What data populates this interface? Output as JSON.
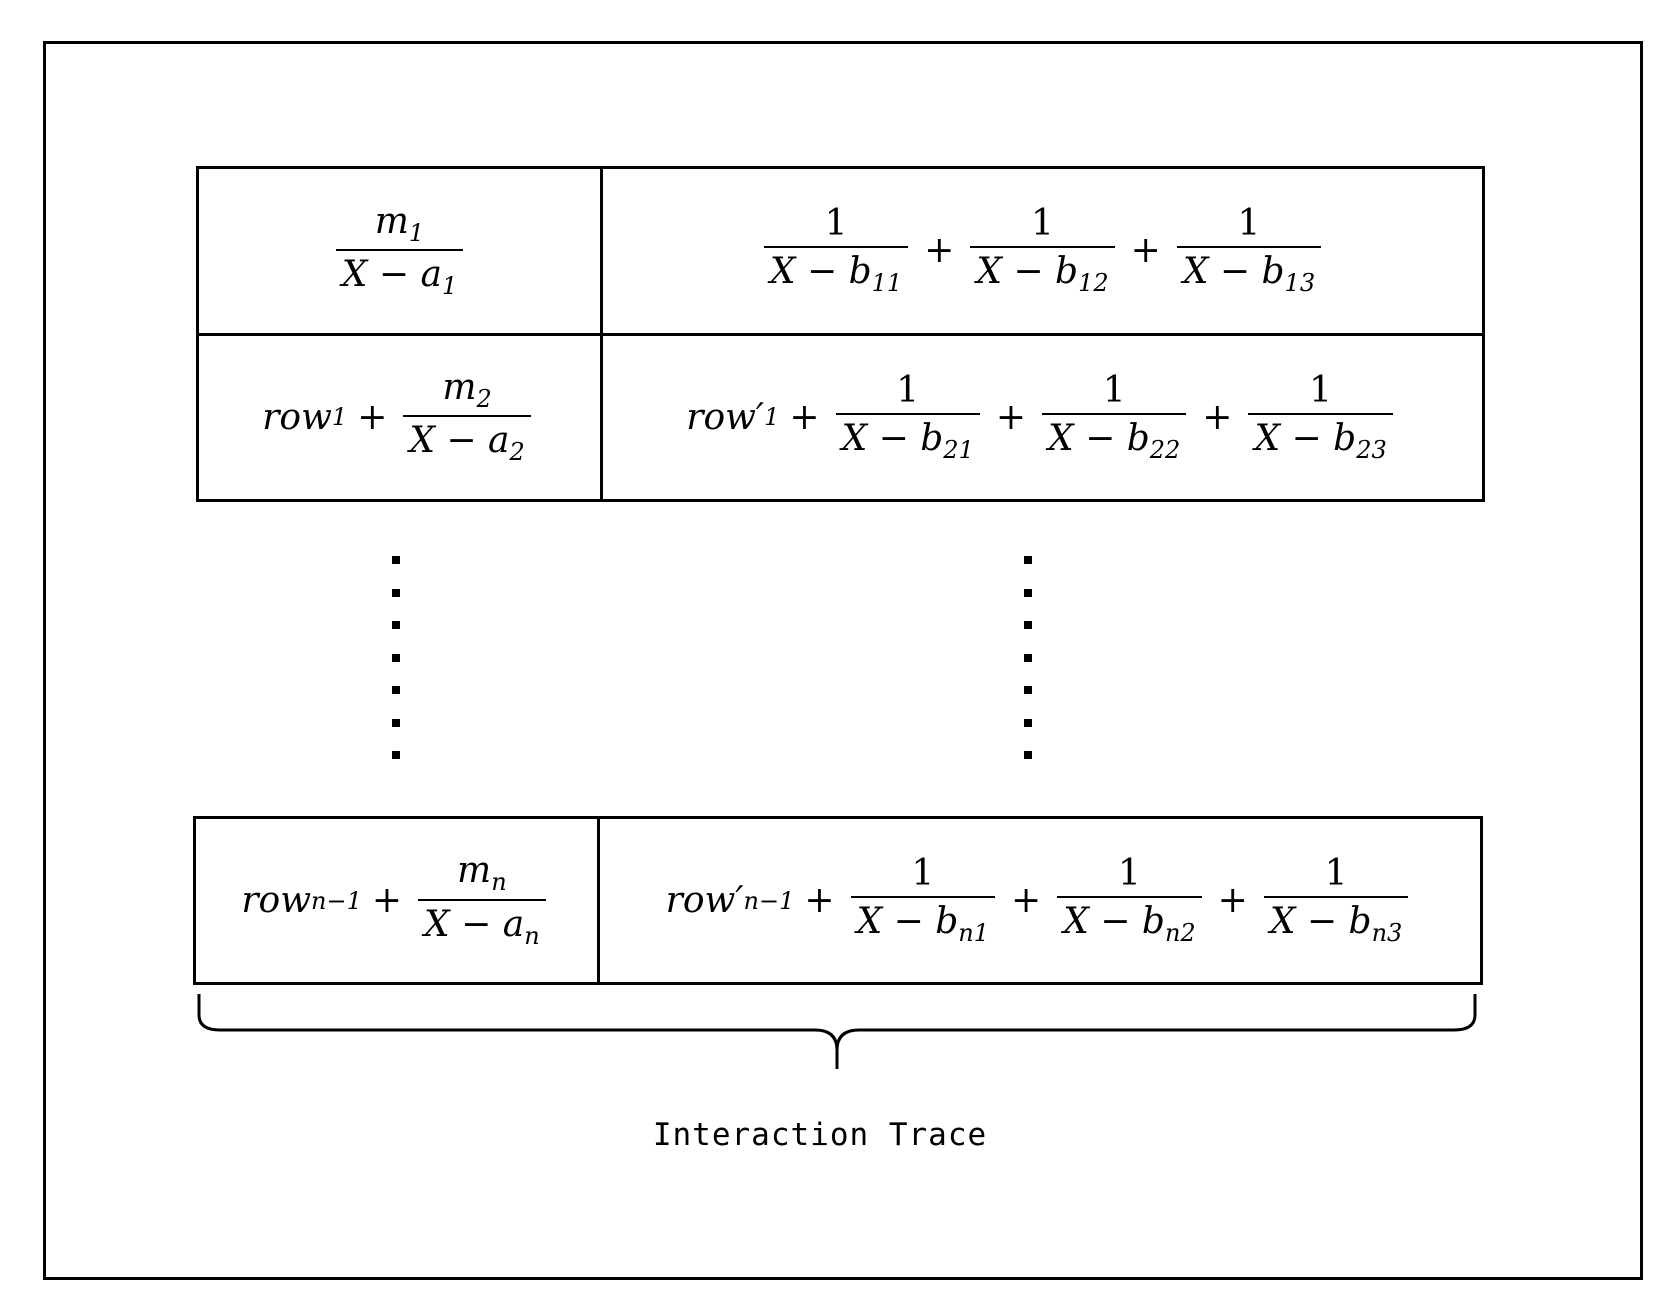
{
  "rows": [
    {
      "left": {
        "prefix": "",
        "prefix_sub": "",
        "num": "m",
        "num_sub": "1",
        "den": "X − a",
        "den_sub": "1"
      },
      "right": {
        "prefix": "",
        "prefix_sub": "",
        "terms": [
          {
            "num": "1",
            "den": "X − b",
            "den_sub": "11"
          },
          {
            "num": "1",
            "den": "X − b",
            "den_sub": "12"
          },
          {
            "num": "1",
            "den": "X − b",
            "den_sub": "13"
          }
        ]
      }
    },
    {
      "left": {
        "prefix": "row",
        "prefix_sub": "1",
        "num": "m",
        "num_sub": "2",
        "den": "X − a",
        "den_sub": "2"
      },
      "right": {
        "prefix": "row′",
        "prefix_sub": "1",
        "terms": [
          {
            "num": "1",
            "den": "X − b",
            "den_sub": "21"
          },
          {
            "num": "1",
            "den": "X − b",
            "den_sub": "22"
          },
          {
            "num": "1",
            "den": "X − b",
            "den_sub": "23"
          }
        ]
      }
    },
    {
      "left": {
        "prefix": "row",
        "prefix_sub": "n−1",
        "num": "m",
        "num_sub": "n",
        "den": "X − a",
        "den_sub": "n"
      },
      "right": {
        "prefix": "row′",
        "prefix_sub": "n−1",
        "terms": [
          {
            "num": "1",
            "den": "X − b",
            "den_sub": "n1"
          },
          {
            "num": "1",
            "den": "X − b",
            "den_sub": "n2"
          },
          {
            "num": "1",
            "den": "X − b",
            "den_sub": "n3"
          }
        ]
      }
    }
  ],
  "plus": "+",
  "caption": "Interaction Trace"
}
